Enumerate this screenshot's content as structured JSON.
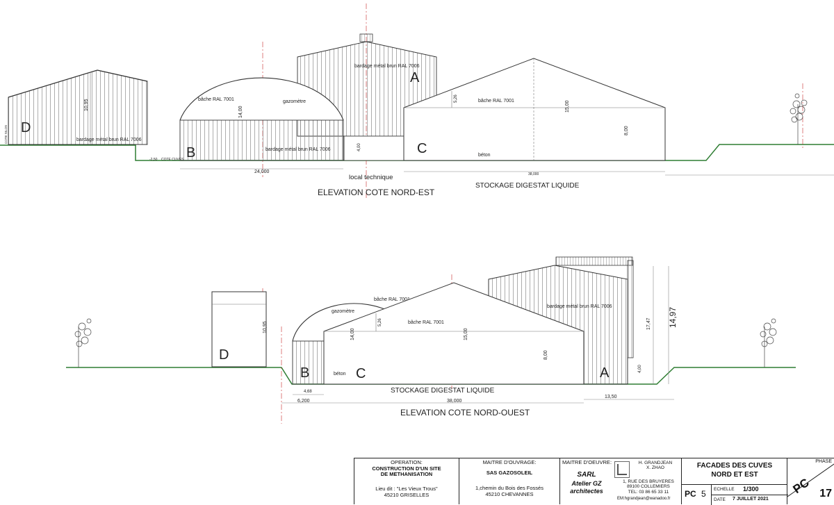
{
  "north_east": {
    "title": "ELEVATION COTE NORD-EST",
    "labels": {
      "A": "A",
      "B": "B",
      "C": "C",
      "D": "D",
      "bardage_A": "bardage métal brun RAL 7006",
      "bardage_B": "bardage métal brun RAL 7006",
      "bardage_D": "bardage métal brun RAL 7006",
      "bache_B": "bâche RAL 7001",
      "gazometre": "gazomètre",
      "bache_C": "bâche RAL 7001",
      "beton": "béton",
      "local_technique": "local technique",
      "stockage": "STOCKAGE DIGESTAT LIQUIDE",
      "cote_cuves": "COTE CUVES",
      "cote_silos": "COTE SILOS",
      "level": "-2,50"
    },
    "dimensions": {
      "d_height": "10,95",
      "b_height": "14,00",
      "local_height": "4,00",
      "c_roof": "15,00",
      "c_wall": "8,00",
      "c_angle": "5,26",
      "b_width": "24,000",
      "c_width": "38,000"
    }
  },
  "north_west": {
    "title": "ELEVATION COTE NORD-OUEST",
    "labels": {
      "A": "A",
      "B": "B",
      "C": "C",
      "D": "D",
      "bardage_A": "bardage métal brun RAL 7006",
      "gazometre": "gazomètre",
      "bache_B": "bâche RAL 7001",
      "bache_C": "bâche RAL 7001",
      "beton": "béton",
      "stockage": "STOCKAGE DIGESTAT LIQUIDE"
    },
    "dimensions": {
      "d_height": "10,95",
      "b_height": "14,00",
      "c_roof": "15,00",
      "c_wall": "8,00",
      "c_angle": "5,26",
      "a_height": "17,47",
      "a_total": "14,97",
      "a_base": "4,00",
      "b_width": "4,68",
      "d_width": "6,200",
      "c_width": "38,000",
      "a_width": "13,50"
    }
  },
  "title_block": {
    "operation_header": "OPERATION:",
    "operation_line1": "CONSTRUCTION D'UN SITE",
    "operation_line2": "DE METHANISATION",
    "lieu_line1": "Lieu dit : \"Les Vieux Trous\"",
    "lieu_line2": "45210 GRISELLES",
    "moa_header": "MAITRE D'OUVRAGE:",
    "moa_name": "SAS GAZOSOLEIL",
    "moa_address1": "1,chemin du Bois des Fossés",
    "moa_address2": "45210 CHEVANNES",
    "moe_header": "MAITRE D'OEUVRE:",
    "moe_sarl": "SARL",
    "moe_atelier": "Atelier GZ",
    "moe_architectes": "architectes",
    "moe_names1": "H. GRANDJEAN",
    "moe_names2": "X. ZHAO",
    "moe_addr1": "1, RUE DES BRUYERES",
    "moe_addr2": "89100 COLLEMIERS",
    "moe_tel": "TEL: 03 86 65 33 11",
    "moe_email": "EM:hgrandjean@wanadoo.fr",
    "sheet_title1": "FACADES DES CUVES",
    "sheet_title2": "NORD ET EST",
    "pc_label": "PC",
    "pc_number": "5",
    "echelle_label": "ECHELLE",
    "echelle_value": "1/300",
    "date_label": "DATE",
    "date_value": "7 JUILLET 2021",
    "phase_label": "PHASE",
    "phase_pc": "PC",
    "phase_number": "17"
  },
  "colors": {
    "ground": "#2e7d32",
    "axis": "#c62828"
  }
}
